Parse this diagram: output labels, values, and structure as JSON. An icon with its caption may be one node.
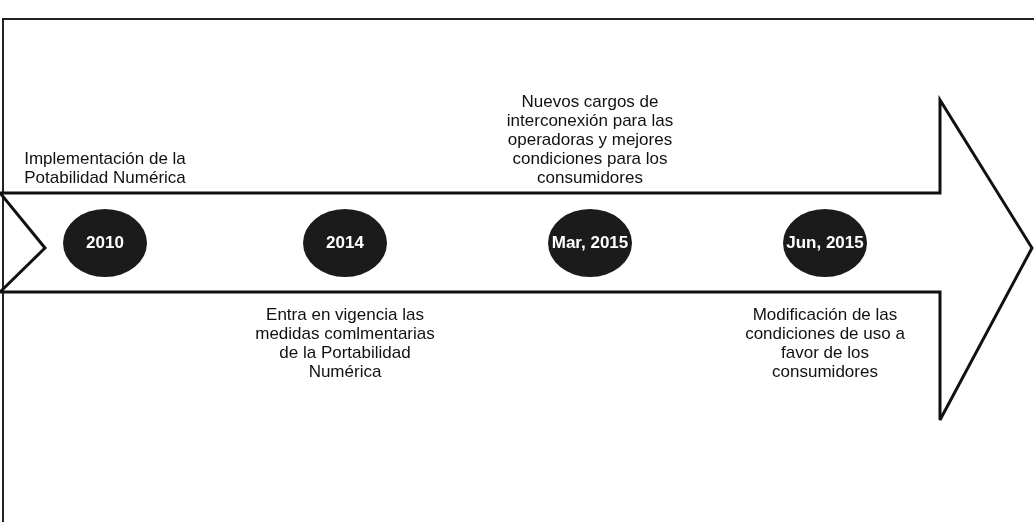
{
  "diagram": {
    "nodes": [
      {
        "text": [
          "2010"
        ],
        "beside": [
          "Implementación de la Potabilidad Numérica"
        ]
      },
      {
        "text": [
          "2014"
        ],
        "beside": [
          "Entra en vigencia las medidas comlmentarias de la Portabilidad Numérica"
        ]
      },
      {
        "text": [
          "Mar, 2015"
        ],
        "beside": [
          "Nuevos cargos de interconexión para las operadoras y mejores condiciones para los consumidores"
        ]
      },
      {
        "text": [
          "Jun, 2015"
        ],
        "beside": [
          "Modificación de las condiciones de uso a favor de los consumidores"
        ]
      }
    ],
    "edges": []
  }
}
